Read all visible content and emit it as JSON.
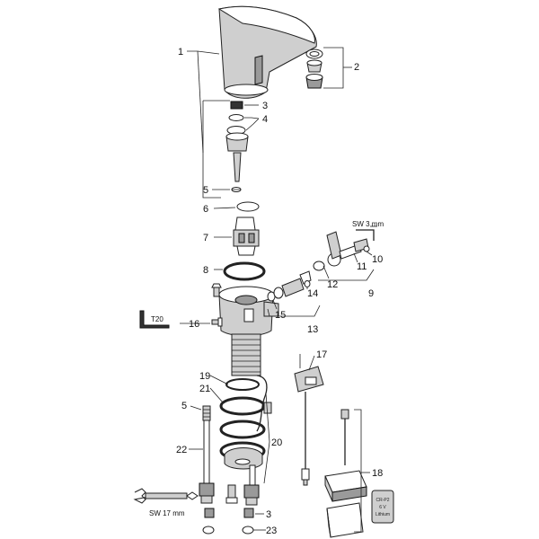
{
  "callouts": [
    "1",
    "2",
    "3",
    "4",
    "5",
    "6",
    "7",
    "8",
    "9",
    "10",
    "11",
    "12",
    "13",
    "14",
    "15",
    "16",
    "17",
    "18",
    "19",
    "20",
    "21",
    "22",
    "5",
    "3",
    "23"
  ],
  "tools": {
    "hex_key_label": "SW 3 mm",
    "torx_label": "T20",
    "wrench_label": "SW 17 mm"
  },
  "battery_text": [
    "CR-P2",
    "6 V",
    "Lithium"
  ]
}
